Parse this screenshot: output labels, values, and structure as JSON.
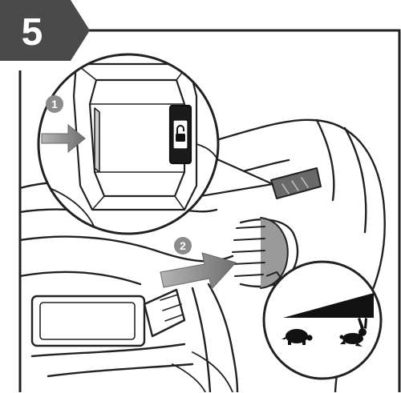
{
  "step": {
    "number": "5"
  },
  "callouts": [
    {
      "number": "1"
    },
    {
      "number": "2"
    }
  ],
  "speed_icons": {
    "low": "turtle-icon",
    "high": "rabbit-icon"
  },
  "colors": {
    "line": "#222222",
    "step_tab": "#4a4a4a",
    "arrow": "#8a8a8a",
    "badge": "#8c8c8c",
    "background": "#ffffff"
  }
}
